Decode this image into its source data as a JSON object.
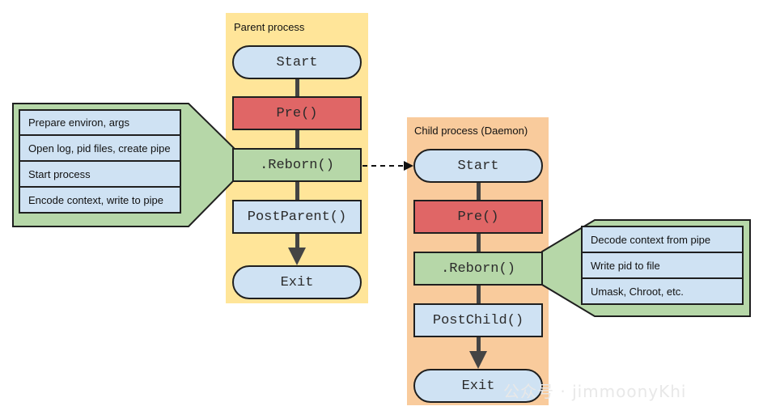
{
  "parent": {
    "title": "Parent process",
    "nodes": {
      "start": "Start",
      "pre": "Pre()",
      "reborn": ".Reborn()",
      "post": "PostParent()",
      "exit": "Exit"
    },
    "details": [
      "Prepare environ, args",
      "Open log, pid files, create pipe",
      "Start process",
      "Encode context, write to pipe"
    ]
  },
  "child": {
    "title": "Child process (Daemon)",
    "nodes": {
      "start": "Start",
      "pre": "Pre()",
      "reborn": ".Reborn()",
      "post": "PostChild()",
      "exit": "Exit"
    },
    "details": [
      "Decode context from pipe",
      "Write pid to file",
      "Umask, Chroot, etc."
    ]
  },
  "watermark": "公众号 · jimmoonyKhi",
  "colors": {
    "parent_lane": "#ffe599",
    "child_lane": "#f9cb9c",
    "start_exit": "#cfe2f3",
    "pre": "#e06666",
    "reborn": "#b6d7a8",
    "post": "#cfe2f3"
  }
}
